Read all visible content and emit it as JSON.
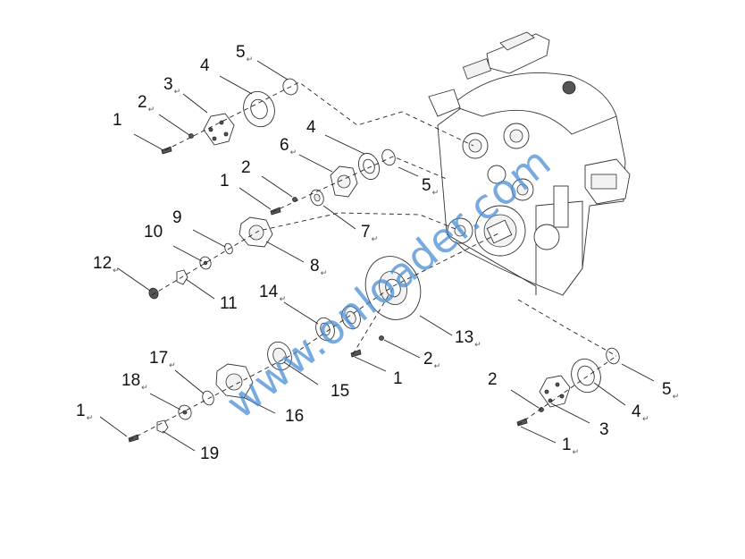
{
  "diagram": {
    "watermark": "www.onloader.com",
    "return_mark": "↵",
    "labels": [
      {
        "id": "l1a",
        "text": "1",
        "mark": false
      },
      {
        "id": "l2a",
        "text": "2",
        "mark": true
      },
      {
        "id": "l3a",
        "text": "3",
        "mark": true
      },
      {
        "id": "l4a",
        "text": "4",
        "mark": false
      },
      {
        "id": "l5a",
        "text": "5",
        "mark": true
      },
      {
        "id": "l4b",
        "text": "4",
        "mark": false
      },
      {
        "id": "l6",
        "text": "6",
        "mark": true
      },
      {
        "id": "l5b",
        "text": "5",
        "mark": true
      },
      {
        "id": "l1b",
        "text": "1",
        "mark": false
      },
      {
        "id": "l2b",
        "text": "2",
        "mark": false
      },
      {
        "id": "l7",
        "text": "7",
        "mark": true
      },
      {
        "id": "l9",
        "text": "9",
        "mark": false
      },
      {
        "id": "l10",
        "text": "10",
        "mark": false
      },
      {
        "id": "l8",
        "text": "8",
        "mark": true
      },
      {
        "id": "l12",
        "text": "12",
        "mark": true
      },
      {
        "id": "l11",
        "text": "11",
        "mark": false
      },
      {
        "id": "l14",
        "text": "14",
        "mark": true
      },
      {
        "id": "l13",
        "text": "13",
        "mark": true
      },
      {
        "id": "l2c",
        "text": "2",
        "mark": true
      },
      {
        "id": "l1c",
        "text": "1",
        "mark": false
      },
      {
        "id": "l17",
        "text": "17",
        "mark": true
      },
      {
        "id": "l15",
        "text": "15",
        "mark": false
      },
      {
        "id": "l18",
        "text": "18",
        "mark": true
      },
      {
        "id": "l16",
        "text": "16",
        "mark": false
      },
      {
        "id": "l1d",
        "text": "1",
        "mark": true
      },
      {
        "id": "l19",
        "text": "19",
        "mark": false
      },
      {
        "id": "l2d",
        "text": "2",
        "mark": false
      },
      {
        "id": "l5c",
        "text": "5",
        "mark": true
      },
      {
        "id": "l3b",
        "text": "3",
        "mark": false
      },
      {
        "id": "l4c",
        "text": "4",
        "mark": true
      },
      {
        "id": "l1e",
        "text": "1",
        "mark": true
      }
    ]
  }
}
